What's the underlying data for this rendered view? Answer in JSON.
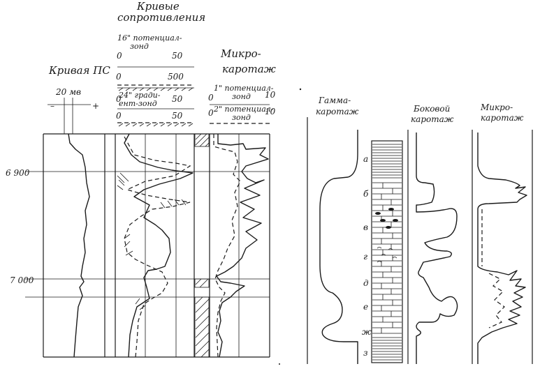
{
  "left_panel": {
    "group_title_line1": "Кривые",
    "group_title_line2": "сопротивления",
    "sp_title": "Кривая ПС",
    "sp_scale": "20 мв",
    "sp_minus": "–",
    "sp_plus": "+",
    "res16_label_1": "16\" потенциал-",
    "res16_label_2": "зонд",
    "res16_tick_0": "0",
    "res16_tick_50": "50",
    "res16_tick_0b": "0",
    "res16_tick_500": "500",
    "grad24_label_1": "24\" гради-",
    "grad24_label_2": "ент-зонд",
    "grad24_tick_0": "0",
    "grad24_tick_50": "50",
    "grad24_tick_0b": "0",
    "grad24_tick_50b": "50",
    "micro_title_1": "Микро-",
    "micro_title_2": "каротаж",
    "micro1_label_1": "1\" потенциал-",
    "micro1_label_2": "зонд",
    "micro1_tick_0": "0",
    "micro1_tick_10": "10",
    "micro2_label_1": "2\" потенциал-",
    "micro2_label_2": "зонд",
    "micro2_tick_0": "0",
    "micro2_tick_10": "10",
    "depth_6900": "6 900",
    "depth_7000": "7 000"
  },
  "right_panel": {
    "gamma_title_1": "Гамма-",
    "gamma_title_2": "каротаж",
    "lateral_title_1": "Боковой",
    "lateral_title_2": "каротаж",
    "micro_title_1": "Микро-",
    "micro_title_2": "каротаж",
    "layers": [
      "а",
      "б",
      "в",
      "г",
      "д",
      "е",
      "ж",
      "з"
    ]
  }
}
